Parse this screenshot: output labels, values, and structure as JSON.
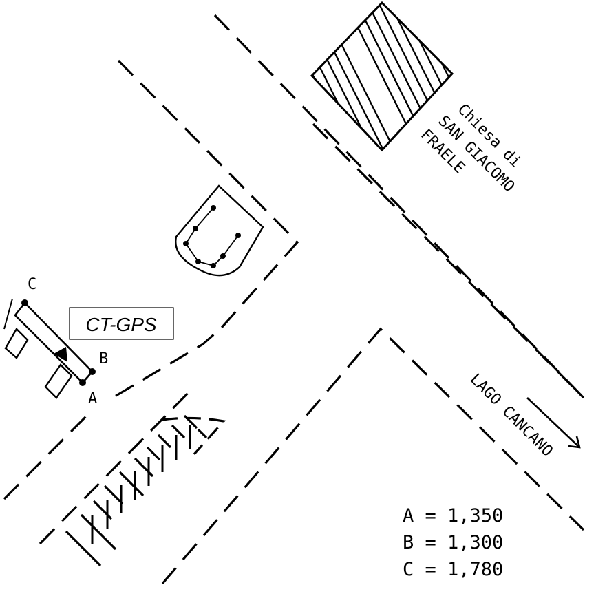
{
  "map": {
    "church_label": [
      "Chiesa di",
      "SAN GIACOMO",
      "FRAELE"
    ],
    "direction_label": "LAGO CANCANO",
    "station_label": "CT-GPS",
    "points": [
      {
        "letter": "A",
        "value": "1,350"
      },
      {
        "letter": "B",
        "value": "1,300"
      },
      {
        "letter": "C",
        "value": "1,780"
      }
    ],
    "legend": [
      "A = 1,350",
      "B = 1,300",
      "C = 1,780"
    ],
    "icons": {
      "church": "hatched-square-church-icon",
      "direction": "arrow-down-right-icon",
      "station": "triangle-marker-icon"
    }
  }
}
